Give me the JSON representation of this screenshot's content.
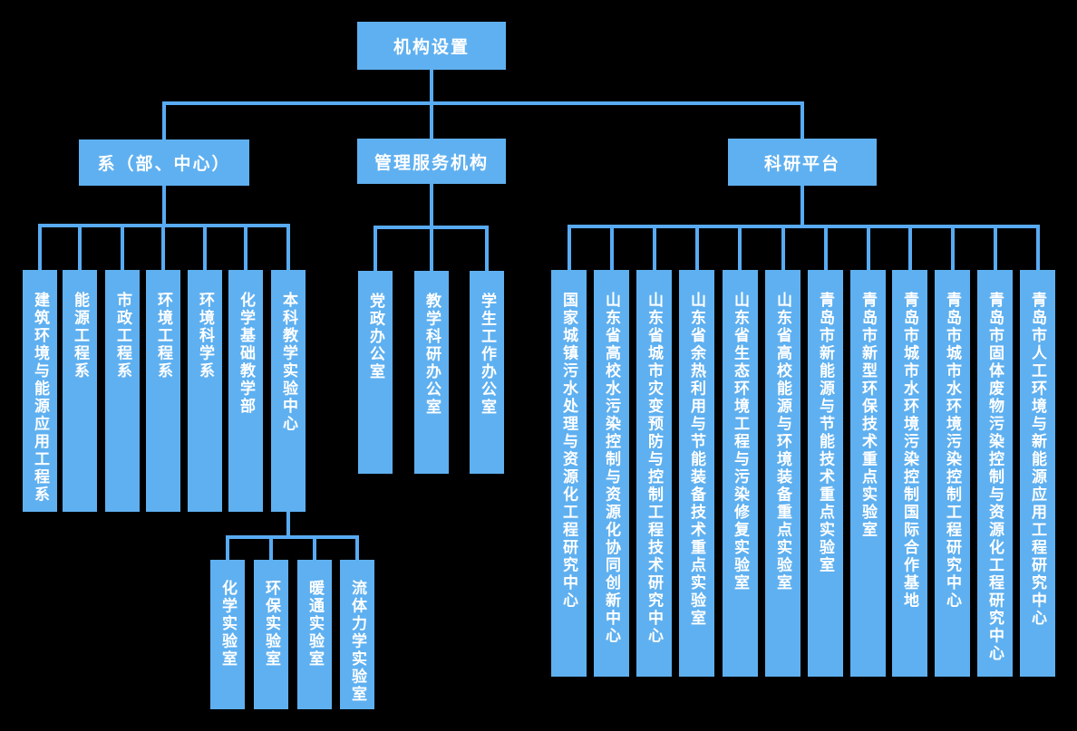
{
  "colors": {
    "background": "#000000",
    "box": "#5fb0f0",
    "line": "#58abf3",
    "text": "#ffffff"
  },
  "root": {
    "label": "机构设置"
  },
  "departments": {
    "label": "系（部、中心）",
    "children": [
      "建筑环境与能源应用工程系",
      "能源工程系",
      "市政工程系",
      "环境工程系",
      "环境科学系",
      "化学基础教学部",
      "本科教学实验中心"
    ],
    "labs": [
      "化学实验室",
      "环保实验室",
      "暖通实验室",
      "流体力学实验室"
    ]
  },
  "admin": {
    "label": "管理服务机构",
    "children": [
      "党政办公室",
      "教学科研办公室",
      "学生工作办公室"
    ]
  },
  "research": {
    "label": "科研平台",
    "children": [
      "国家城镇污水处理与资源化工程研究中心",
      "山东省高校水污染控制与资源化协同创新中心",
      "山东省城市灾变预防与控制工程技术研究中心",
      "山东省余热利用与节能装备技术重点实验室",
      "山东省生态环境工程与污染修复实验室",
      "山东省高校能源与环境装备重点实验室",
      "青岛市新能源与节能技术重点实验室",
      "青岛市新型环保技术重点实验室",
      "青岛市城市水环境污染控制国际合作基地",
      "青岛市城市水环境污染控制工程研究中心",
      "青岛市固体废物污染控制与资源化工程研究中心",
      "青岛市人工环境与新能源应用工程研究中心"
    ]
  }
}
